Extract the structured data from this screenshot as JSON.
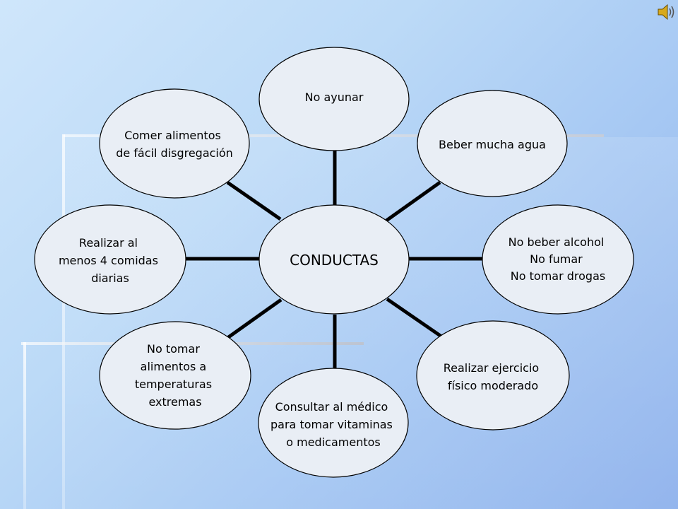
{
  "diagram": {
    "center": {
      "label": "CONDUCTAS"
    },
    "nodes": [
      {
        "id": "no-ayunar",
        "lines": [
          "No ayunar"
        ]
      },
      {
        "id": "beber-agua",
        "lines": [
          "Beber mucha agua"
        ]
      },
      {
        "id": "no-alcohol",
        "lines": [
          "No beber alcohol",
          "No fumar",
          "No tomar drogas"
        ]
      },
      {
        "id": "ejercicio",
        "lines": [
          "Realizar ejercicio",
          "físico moderado"
        ]
      },
      {
        "id": "medico",
        "lines": [
          "Consultar al médico",
          "para tomar vitaminas",
          "o medicamentos"
        ]
      },
      {
        "id": "temperaturas",
        "lines": [
          "No tomar",
          "alimentos a",
          "temperaturas",
          "extremas"
        ]
      },
      {
        "id": "comidas",
        "lines": [
          "Realizar al",
          "menos 4 comidas",
          "diarias"
        ]
      },
      {
        "id": "alimentos",
        "lines": [
          "Comer alimentos",
          "de fácil disgregación"
        ]
      }
    ]
  },
  "colors": {
    "ellipse_fill": "#e9eef5",
    "stroke": "#000000"
  },
  "icons": {
    "audio": "speaker-icon"
  }
}
